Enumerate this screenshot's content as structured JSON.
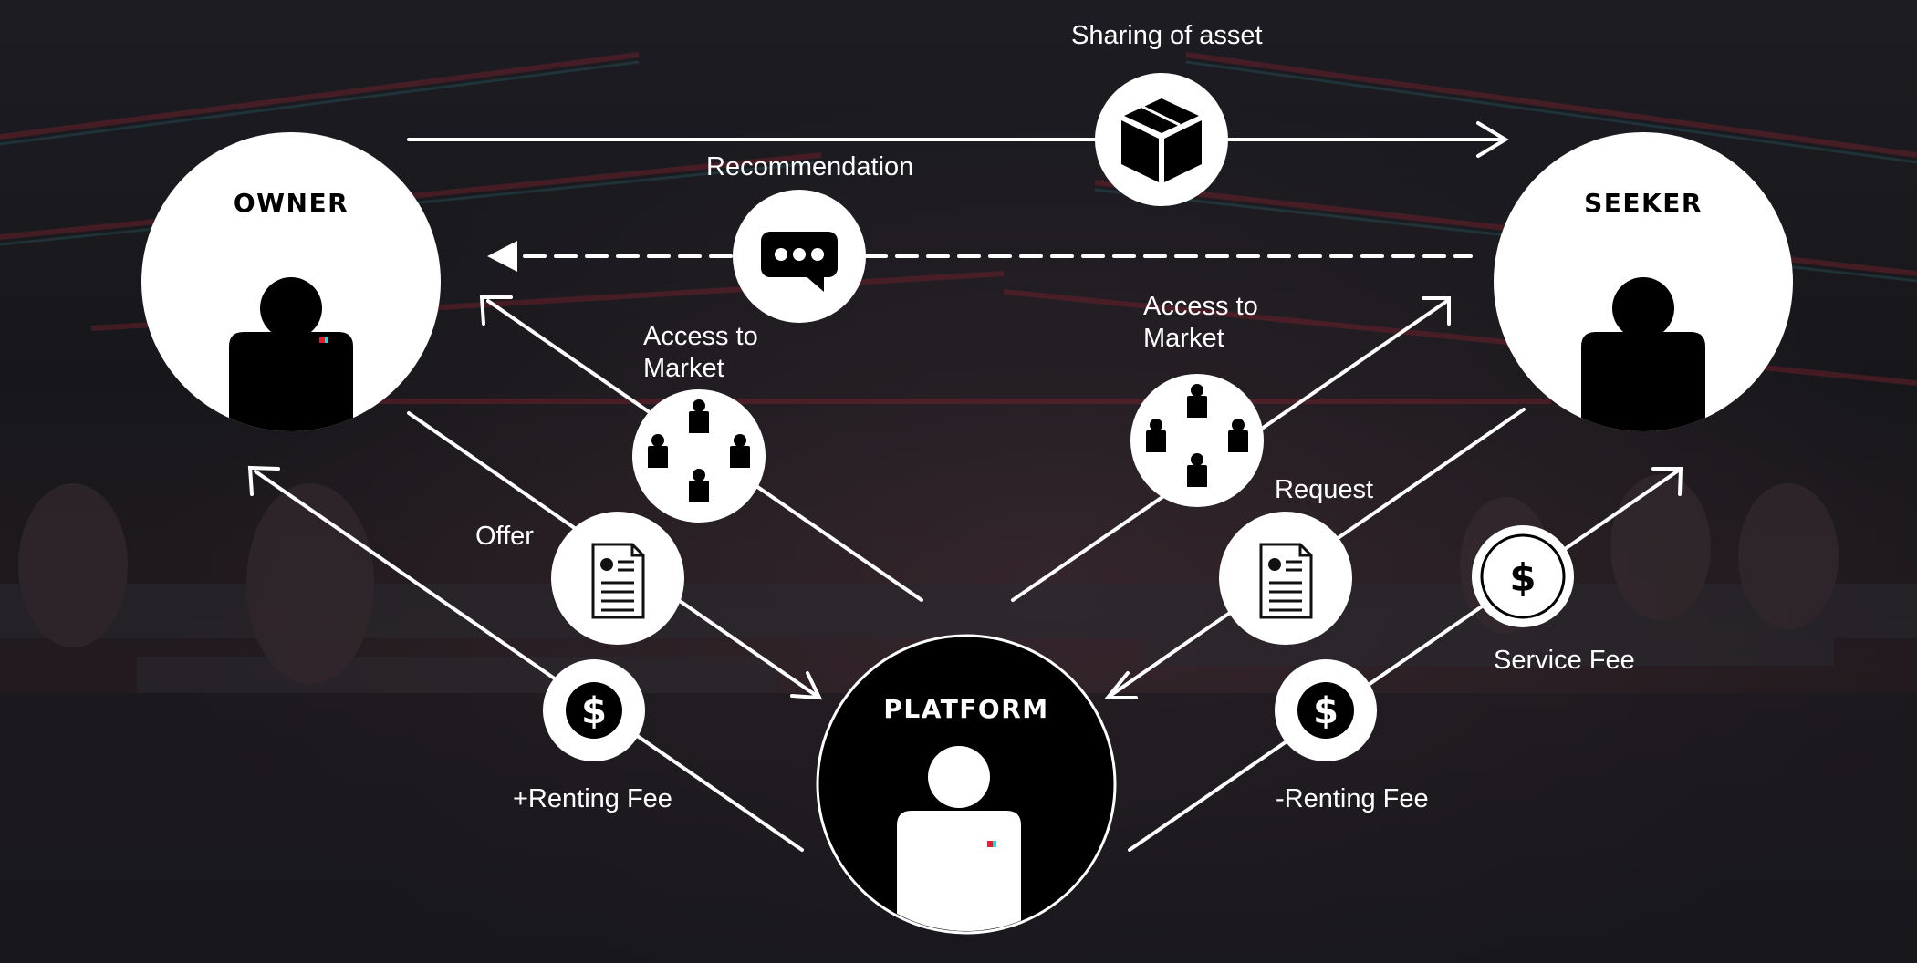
{
  "actors": {
    "owner": {
      "title": "OWNER",
      "icon": "person-icon"
    },
    "seeker": {
      "title": "SEEKER",
      "icon": "person-icon"
    },
    "platform": {
      "title": "PLATFORM",
      "icon": "person-icon"
    }
  },
  "labels": {
    "sharing_of_asset": "Sharing of asset",
    "recommendation": "Recommendation",
    "access_to_market_left": "Access to Market",
    "access_to_market_right": "Access to Market",
    "offer": "Offer",
    "request": "Request",
    "renting_fee_plus": "+Renting Fee",
    "renting_fee_minus": "-Renting Fee",
    "service_fee": "Service Fee"
  },
  "icons": {
    "sharing": "box-icon",
    "recommendation": "chat-bubble-icon",
    "market": "group-icon",
    "document": "document-icon",
    "fee": "dollar-icon"
  },
  "colors": {
    "foreground": "#ffffff",
    "actor_owner_fill": "#ffffff",
    "actor_platform_fill": "#000000",
    "accent_red": "#e0202a",
    "accent_cyan": "#3ad0d8"
  }
}
